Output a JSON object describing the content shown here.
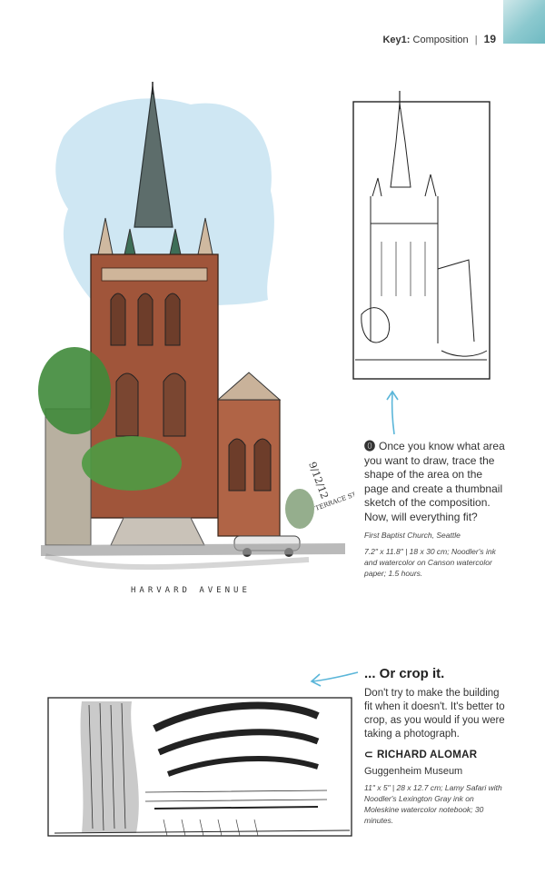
{
  "header": {
    "key_label": "Key1:",
    "section": "Composition",
    "separator": "|",
    "page_number": "19"
  },
  "sketch1": {
    "date_annotation": "9/12/12",
    "street_annotation": "TERRACE ST.",
    "avenue_annotation": "HARVARD AVENUE"
  },
  "caption1": {
    "mark": "⓿",
    "text": "Once you know what area you want to draw, trace the shape of the area on the page and create a thumbnail sketch of the composition. Now, will everything fit?",
    "title": "First Baptist Church, Seattle",
    "specs": "7.2\" x 11.8\" | 18 x 30 cm; Noodler's ink and watercolor on Canson watercolor paper; 1.5 hours."
  },
  "caption2": {
    "headline": "... Or crop it.",
    "text": "Don't try to make the building fit when it doesn't. It's better to crop, as you would if you were taking a photograph.",
    "artist_symbol": "⊂",
    "artist": "RICHARD ALOMAR",
    "work_title": "Guggenheim Museum",
    "specs": "11\" x 5\" | 28 x 12.7 cm; Lamy Safari with Noodler's Lexington Gray ink on Moleskine watercolor notebook; 30 minutes."
  },
  "colors": {
    "arrow": "#5bb6d9",
    "corner_wash": "#8cc9cf",
    "brick": "#a0553a",
    "sky": "#c7e3f1",
    "foliage": "#3f8a3a"
  }
}
